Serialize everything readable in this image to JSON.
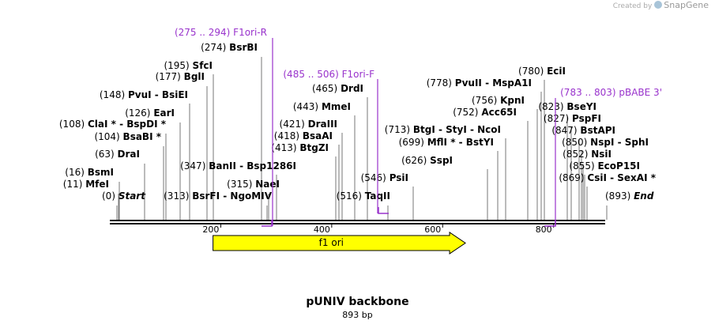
{
  "watermark": {
    "prefix": "Created by",
    "brand": "SnapGene"
  },
  "title": "pUNIV backbone",
  "subtitle": "893 bp",
  "sequence_length": 893,
  "axis_ticks": [
    {
      "pos": 200,
      "label": "200"
    },
    {
      "pos": 400,
      "label": "400"
    },
    {
      "pos": 600,
      "label": "600"
    },
    {
      "pos": 800,
      "label": "800"
    }
  ],
  "feature_arrow": {
    "label": "f1 ori",
    "start": 186,
    "end": 641,
    "color": "#ffff00"
  },
  "primers": [
    {
      "range": "(275 .. 294)",
      "name": "F1ori-R",
      "color": "#9933cc"
    },
    {
      "range": "(485 .. 506)",
      "name": "F1ori-F",
      "color": "#9933cc"
    },
    {
      "range": "(783 .. 803)",
      "name": "pBABE 3'",
      "color": "#9933cc"
    }
  ],
  "sites": [
    {
      "pos": "(0)",
      "name": "Start",
      "italic": true
    },
    {
      "pos": "(11)",
      "name": "MfeI"
    },
    {
      "pos": "(16)",
      "name": "BsmI"
    },
    {
      "pos": "(63)",
      "name": "DraI"
    },
    {
      "pos": "(104)",
      "name": "BsaBI *"
    },
    {
      "pos": "(108)",
      "name": "ClaI *  -  BspDI *"
    },
    {
      "pos": "(126)",
      "name": "EarI"
    },
    {
      "pos": "(148)",
      "name": "PvuI  -  BsiEI"
    },
    {
      "pos": "(177)",
      "name": "BglI"
    },
    {
      "pos": "(195)",
      "name": "SfcI"
    },
    {
      "pos": "(274)",
      "name": "BsrBI"
    },
    {
      "pos": "(313)",
      "name": "BsrFI  -  NgoMIV"
    },
    {
      "pos": "(315)",
      "name": "NaeI"
    },
    {
      "pos": "(347)",
      "name": "BanII  -  Bsp1286I"
    },
    {
      "pos": "(413)",
      "name": "BtgZI"
    },
    {
      "pos": "(418)",
      "name": "BsaAI"
    },
    {
      "pos": "(421)",
      "name": "DraIII"
    },
    {
      "pos": "(443)",
      "name": "MmeI"
    },
    {
      "pos": "(465)",
      "name": "DrdI"
    },
    {
      "pos": "(516)",
      "name": "TaqII"
    },
    {
      "pos": "(546)",
      "name": "PsiI"
    },
    {
      "pos": "(626)",
      "name": "SspI"
    },
    {
      "pos": "(699)",
      "name": "MflI *  -  BstYI"
    },
    {
      "pos": "(713)",
      "name": "BtgI  -  StyI  -  NcoI"
    },
    {
      "pos": "(752)",
      "name": "Acc65I"
    },
    {
      "pos": "(756)",
      "name": "KpnI"
    },
    {
      "pos": "(778)",
      "name": "PvuII  -  MspA1I"
    },
    {
      "pos": "(780)",
      "name": "EciI"
    },
    {
      "pos": "(823)",
      "name": "BseYI"
    },
    {
      "pos": "(827)",
      "name": "PspFI"
    },
    {
      "pos": "(847)",
      "name": "BstAPI"
    },
    {
      "pos": "(850)",
      "name": "NspI  -  SphI"
    },
    {
      "pos": "(852)",
      "name": "NsiI"
    },
    {
      "pos": "(855)",
      "name": "EcoP15I"
    },
    {
      "pos": "(869)",
      "name": "CsiI  -  SexAI *"
    },
    {
      "pos": "(893)",
      "name": "End",
      "italic": true
    }
  ]
}
